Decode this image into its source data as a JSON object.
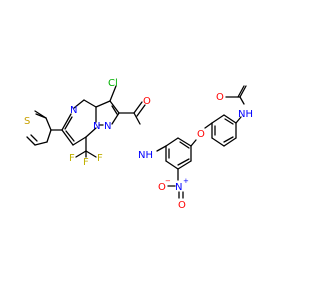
{
  "colors": {
    "background": "#ffffff",
    "bond": "#000000",
    "carbon": "#000000",
    "nitrogen": "#0000ff",
    "oxygen": "#ff0000",
    "sulfur": "#c8a000",
    "chlorine": "#00b000",
    "fluorine": "#c0b000"
  },
  "atoms": {
    "s_thiophene": {
      "text": "S",
      "element": "sulfur"
    },
    "n_pyrimidine": {
      "text": "N",
      "element": "nitrogen"
    },
    "n_bridge": {
      "text": "N",
      "element": "nitrogen"
    },
    "n_pyrazole": {
      "text": "N",
      "element": "nitrogen"
    },
    "cl": {
      "text": "Cl",
      "element": "chlorine"
    },
    "o_carbonyl": {
      "text": "O",
      "element": "oxygen"
    },
    "n_amide": {
      "text": "NH",
      "element": "nitrogen"
    },
    "o_ether": {
      "text": "O",
      "element": "oxygen"
    },
    "o_acetyl": {
      "text": "O",
      "element": "oxygen"
    },
    "n_acetamide": {
      "text": "NH",
      "element": "nitrogen"
    },
    "n_nitro": {
      "text": "N",
      "element": "nitrogen",
      "charge": "+"
    },
    "o_nitro_up": {
      "text": "O",
      "element": "oxygen"
    },
    "o_nitro_down": {
      "text": "O",
      "element": "oxygen",
      "charge": "−"
    },
    "f_left": {
      "text": "F",
      "element": "fluorine"
    },
    "f_middle": {
      "text": "F",
      "element": "fluorine"
    },
    "f_right": {
      "text": "F",
      "element": "fluorine"
    }
  }
}
